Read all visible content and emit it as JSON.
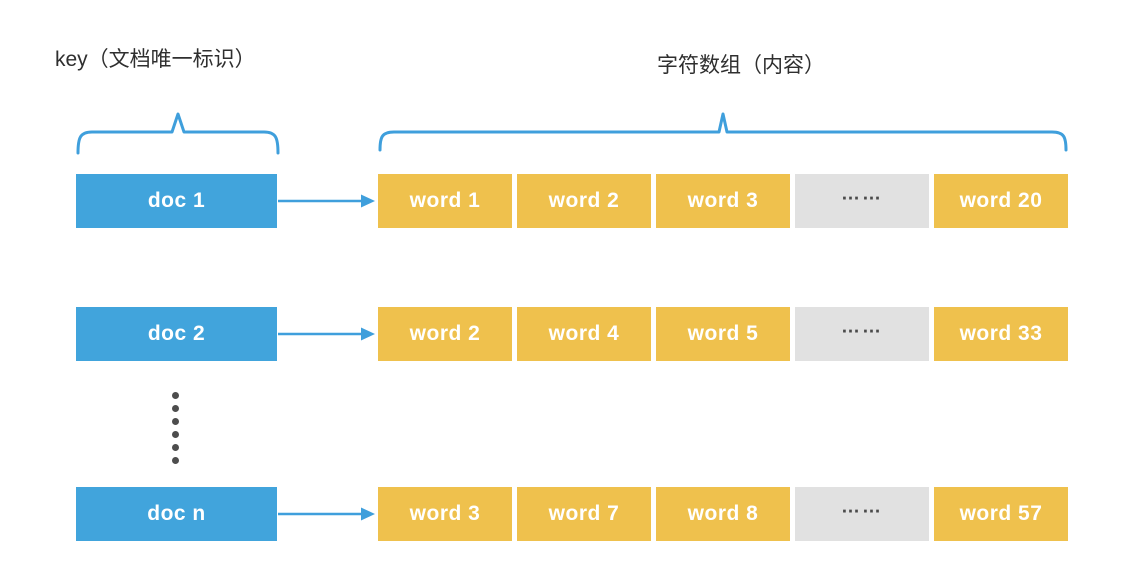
{
  "title_labels": {
    "key": "key（文档唯一标识）",
    "content": "字符数组（内容）"
  },
  "rows": [
    {
      "doc": "doc 1",
      "words": [
        "word 1",
        "word 2",
        "word 3",
        "……",
        "word 20"
      ]
    },
    {
      "doc": "doc 2",
      "words": [
        "word 2",
        "word 4",
        "word 5",
        "……",
        "word 33"
      ]
    },
    {
      "doc": "doc n",
      "words": [
        "word 3",
        "word 7",
        "word 8",
        "……",
        "word 57"
      ]
    }
  ],
  "icons": {
    "arrow": "right-arrow-icon",
    "brace_left": "curly-brace-icon",
    "brace_right": "curly-brace-icon",
    "vertical_ellipsis": "vertical-dots-icon"
  },
  "colors": {
    "doc_box": "#41A4DC",
    "word_box": "#EFC14D",
    "ellipsis_box": "#E1E1E1",
    "arrow_brace_blue": "#3F9FDC",
    "box_text": "#FFFFFF",
    "label_text": "#2F2F2F",
    "dots": "#4D4D4D"
  }
}
